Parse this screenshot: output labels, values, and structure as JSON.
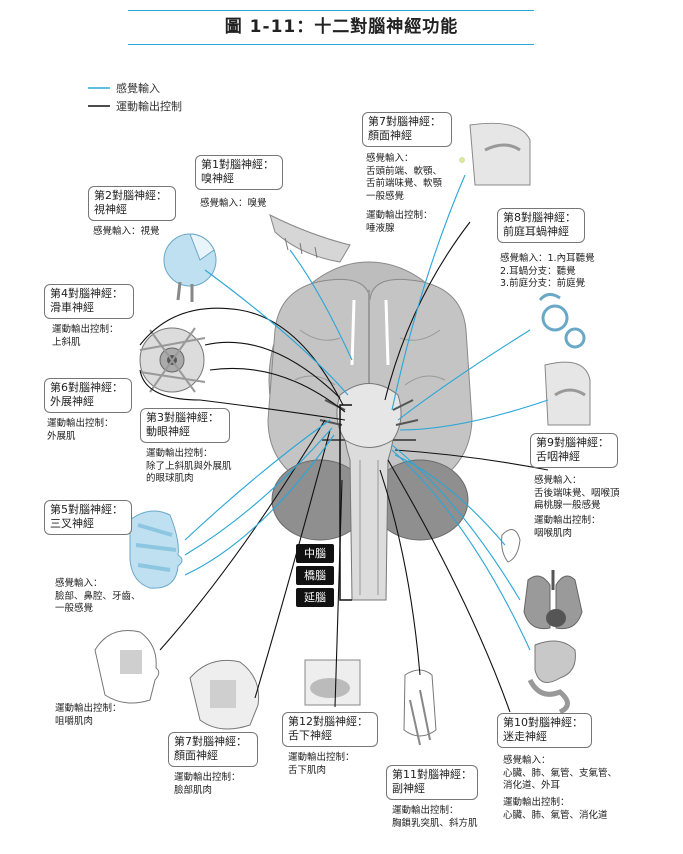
{
  "title": "圖 1-11：十二對腦神經功能",
  "legend": {
    "sensory": "感覺輸入",
    "motor": "運動輸出控制"
  },
  "colors": {
    "sensory_line": "#2aa6d8",
    "motor_line": "#111111",
    "brain_fill": "#b9b9b9",
    "accent_rule": "#2aa6d8"
  },
  "regions": [
    "中腦",
    "橋腦",
    "延腦"
  ],
  "nerves": [
    {
      "id": "n1",
      "name1": "第1對腦神經：",
      "name2": "嗅神經",
      "desc": [
        "感覺輸入：嗅覺"
      ]
    },
    {
      "id": "n2",
      "name1": "第2對腦神經：",
      "name2": "視神經",
      "desc": [
        "感覺輸入：視覺"
      ]
    },
    {
      "id": "n3",
      "name1": "第3對腦神經：",
      "name2": "動眼神經",
      "desc": [
        "運動輸出控制：",
        "除了上斜肌與外展肌",
        "的眼球肌肉"
      ]
    },
    {
      "id": "n4",
      "name1": "第4對腦神經：",
      "name2": "滑車神經",
      "desc": [
        "運動輸出控制：",
        "上斜肌"
      ]
    },
    {
      "id": "n5",
      "name1": "第5對腦神經：",
      "name2": "三叉神經",
      "desc": [
        "感覺輸入：",
        "臉部、鼻腔、牙齒、",
        "一般感覺"
      ],
      "desc_b": [
        "運動輸出控制：",
        "咀嚼肌肉"
      ]
    },
    {
      "id": "n6",
      "name1": "第6對腦神經：",
      "name2": "外展神經",
      "desc": [
        "運動輸出控制：",
        "外展肌"
      ]
    },
    {
      "id": "n7a",
      "name1": "第7對腦神經：",
      "name2": "顏面神經",
      "desc": [
        "感覺輸入：",
        "舌頭前端、軟顎、",
        "舌前端味覺、軟顎",
        "一般感覺"
      ],
      "desc_b": [
        "運動輸出控制：",
        "唾液腺"
      ]
    },
    {
      "id": "n7b",
      "name1": "第7對腦神經：",
      "name2": "顏面神經",
      "desc": [
        "運動輸出控制：",
        "臉部肌肉"
      ]
    },
    {
      "id": "n8",
      "name1": "第8對腦神經：",
      "name2": "前庭耳蝸神經",
      "desc": [
        "感覺輸入：1.內耳聽覺",
        "2.耳蝸分支：聽覺",
        "3.前庭分支：前庭覺"
      ]
    },
    {
      "id": "n9",
      "name1": "第9對腦神經：",
      "name2": "舌咽神經",
      "desc": [
        "感覺輸入：",
        "舌後端味覺、咽喉頂",
        "扁桃腺一般感覺"
      ],
      "desc_b": [
        "運動輸出控制：",
        "咽喉肌肉"
      ]
    },
    {
      "id": "n10",
      "name1": "第10對腦神經：",
      "name2": "迷走神經",
      "desc": [
        "感覺輸入：",
        "心臟、肺、氣管、支氣管、",
        "消化道、外耳"
      ],
      "desc_b": [
        "運動輸出控制：",
        "心臟、肺、氣管、消化道"
      ]
    },
    {
      "id": "n11",
      "name1": "第11對腦神經：",
      "name2": "副神經",
      "desc": [
        "運動輸出控制：",
        "胸鎖乳突肌、斜方肌"
      ]
    },
    {
      "id": "n12",
      "name1": "第12對腦神經：",
      "name2": "舌下神經",
      "desc": [
        "運動輸出控制：",
        "舌下肌肉"
      ]
    }
  ]
}
